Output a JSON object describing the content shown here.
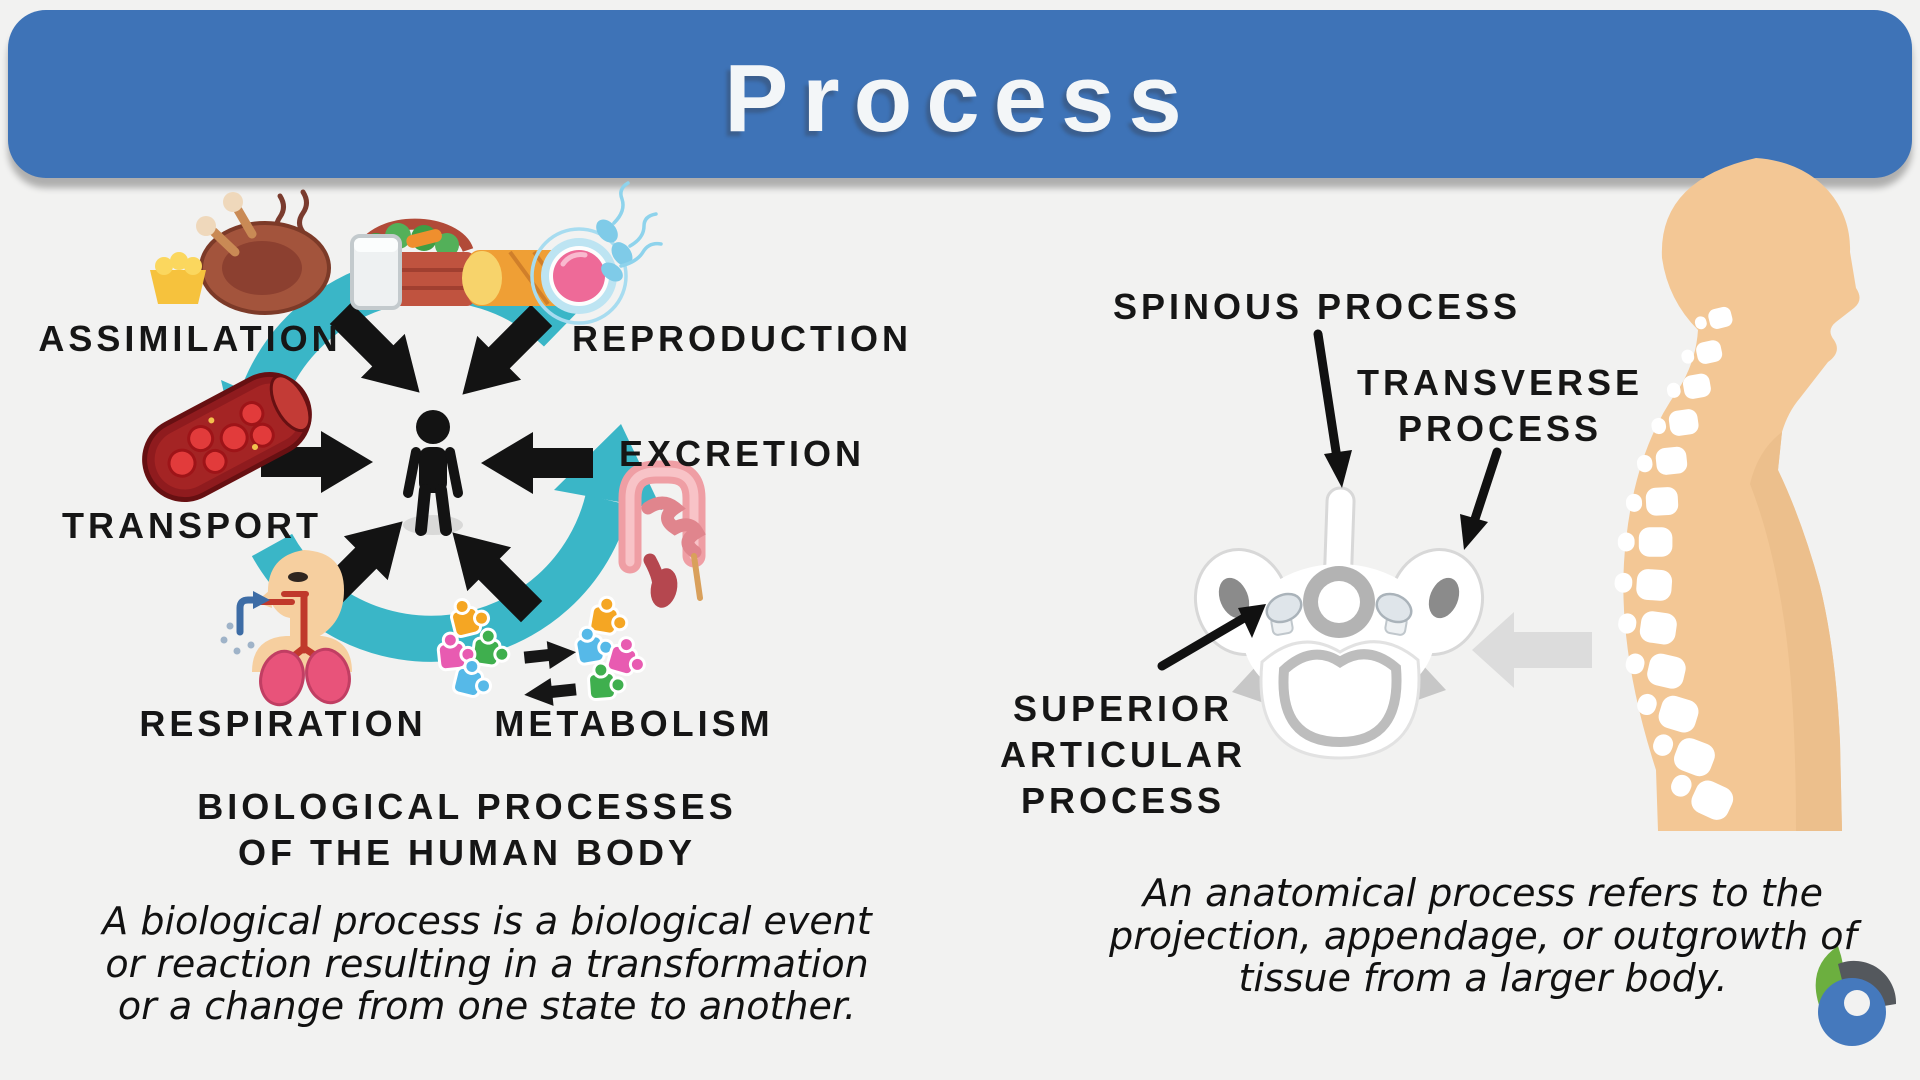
{
  "header": {
    "title": "Process"
  },
  "biological": {
    "labels": {
      "assimilation": "ASSIMILATION",
      "reproduction": "REPRODUCTION",
      "transport": "TRANSPORT",
      "excretion": "EXCRETION",
      "respiration": "RESPIRATION",
      "metabolism": "METABOLISM"
    },
    "caption": {
      "line1": "BIOLOGICAL PROCESSES",
      "line2": "OF THE HUMAN BODY"
    },
    "definition": {
      "line1": "A biological process is a biological event",
      "line2": "or reaction resulting in a transformation",
      "line3": "or a change from one state to another."
    }
  },
  "anatomical": {
    "labels": {
      "spinous": "SPINOUS PROCESS",
      "transverse_line1": "TRANSVERSE",
      "transverse_line2": "PROCESS",
      "superior_line1": "SUPERIOR",
      "superior_line2": "ARTICULAR",
      "superior_line3": "PROCESS"
    },
    "definition": {
      "line1": "An anatomical process refers to the",
      "line2": "projection, appendage, or outgrowth of",
      "line3": "tissue from a larger body."
    }
  },
  "colors": {
    "header_blue": "#3e73b7",
    "cycle_teal": "#3ab6c7",
    "background": "#f2f2f1",
    "skin_tone": "#f3c795",
    "label_black": "#161616"
  },
  "icons": {
    "cycle": "cycle-arrows-icon",
    "human": "human-figure-icon",
    "food": "food-assimilation-icon",
    "fertilization": "egg-sperm-icon",
    "vessel": "blood-vessel-icon",
    "intestine": "intestine-icon",
    "respiration": "respiratory-system-icon",
    "metabolism": "puzzle-metabolism-icon",
    "vertebra": "vertebra-diagram",
    "torso": "torso-spine-illustration",
    "logo": "biologyonline-logo"
  }
}
